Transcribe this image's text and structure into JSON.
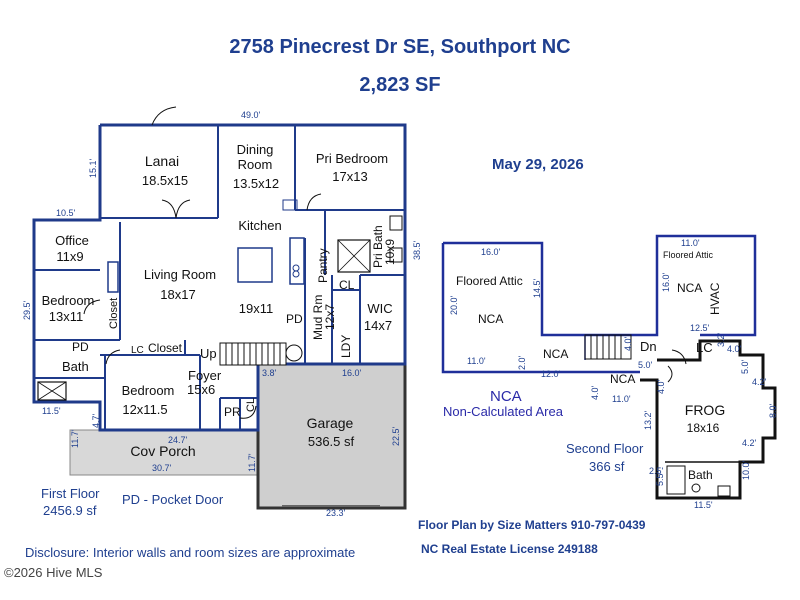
{
  "header": {
    "address": "2758 Pinecrest Dr SE, Southport NC",
    "square_feet": "2,823 SF",
    "date": "May 29, 2026"
  },
  "first_floor": {
    "label": "First Floor",
    "area": "2456.9 sf",
    "rooms": {
      "lanai": {
        "name": "Lanai",
        "size": "18.5x15"
      },
      "dining": {
        "name": "Dining",
        "name2": "Room",
        "size": "13.5x12"
      },
      "pri_bedroom": {
        "name": "Pri Bedroom",
        "size": "17x13"
      },
      "office": {
        "name": "Office",
        "size": "11x9"
      },
      "kitchen": {
        "name": "Kitchen"
      },
      "living": {
        "name": "Living Room",
        "size": "18x17"
      },
      "bedroom_left": {
        "name": "Bedroom",
        "size": "13x11"
      },
      "closet_vertical": "Closet",
      "pri_bath": {
        "name": "Pri Bath",
        "size": "10x9"
      },
      "pantry": "Pantry",
      "cl_pantry": "CL",
      "wic": {
        "name": "WIC",
        "size": "14x7"
      },
      "mud_rm": {
        "name": "Mud Rm",
        "size": "12x7"
      },
      "ldy": "LDY",
      "pd": "PD",
      "pd2": "PD",
      "island_size": "19x11",
      "bath": "Bath",
      "lc": "LC",
      "closet": "Closet",
      "up": "Up",
      "foyer": {
        "name": "Foyer",
        "size": "15x6"
      },
      "bedroom_front": {
        "name": "Bedroom",
        "size": "12x11.5"
      },
      "pr": "PR",
      "cl_foyer": "CL",
      "garage": {
        "name": "Garage",
        "size": "536.5 sf"
      },
      "cov_porch": "Cov Porch"
    },
    "dimensions": {
      "top": "49.0'",
      "lanai_side": "15.1'",
      "office_top": "10.5'",
      "left_side": "29.5'",
      "right_side": "38.5'",
      "bottom_left": "11.5'",
      "porch_left": "11.7'",
      "bath_side": "4.7'",
      "porch_top": "24.7'",
      "porch_bottom": "30.7'",
      "porch_right": "11.7'",
      "garage_step": "3.8'",
      "garage_top": "16.0'",
      "garage_side": "22.5'",
      "garage_bottom": "23.3'"
    }
  },
  "second_floor": {
    "label": "Second Floor",
    "area": "366 sf",
    "nca_title": "NCA",
    "nca_subtitle": "Non-Calculated Area",
    "floored_attic_left": "Floored Attic",
    "floored_attic_right": "Floored Attic",
    "nca_labels": [
      "NCA",
      "NCA",
      "NCA",
      "NCA"
    ],
    "hvac": "HVAC",
    "dn": "Dn",
    "lc": "LC",
    "frog": {
      "name": "FROG",
      "size": "18x16"
    },
    "bath": "Bath",
    "dimensions": {
      "attic_left_top": "16.0'",
      "attic_left_side": "20.0'",
      "attic_inner": "14.5'",
      "attic_bottom": "11.0'",
      "mid_vertical": "2.0'",
      "mid_horizontal": "12.0'",
      "right_attic_top": "11.0'",
      "right_attic_side": "16.0'",
      "right_attic_bottom": "12.5'",
      "step_a": "4.0'",
      "step_b": "5.0'",
      "step_c": "3.2'",
      "step_d": "4.0'",
      "lower_left": "4.0'",
      "lower_bottom": "11.0'",
      "frog_left": "13.2'",
      "frog_right_a": "5.0'",
      "frog_right_b": "4.2'",
      "frog_right_c": "8.0'",
      "frog_right_d": "4.2'",
      "frog_right_e": "10.0'",
      "bath_a": "2.5'",
      "bath_b": "5.5'",
      "frog_bottom": "11.5'"
    }
  },
  "footer": {
    "pocket_door_note": "PD - Pocket Door",
    "disclosure": "Disclosure: Interior walls and room sizes are approximate",
    "credit": "Floor Plan by Size Matters 910-797-0439",
    "license": "NC Real Estate License 249188",
    "watermark": "©2026 Hive MLS"
  },
  "colors": {
    "wall": "#1f3a8a",
    "text_blue": "#1f3f8f",
    "garage_fill": "#cfcfcf",
    "porch_fill": "#d8d8d8",
    "nca_wall": "#1f2f9a"
  }
}
